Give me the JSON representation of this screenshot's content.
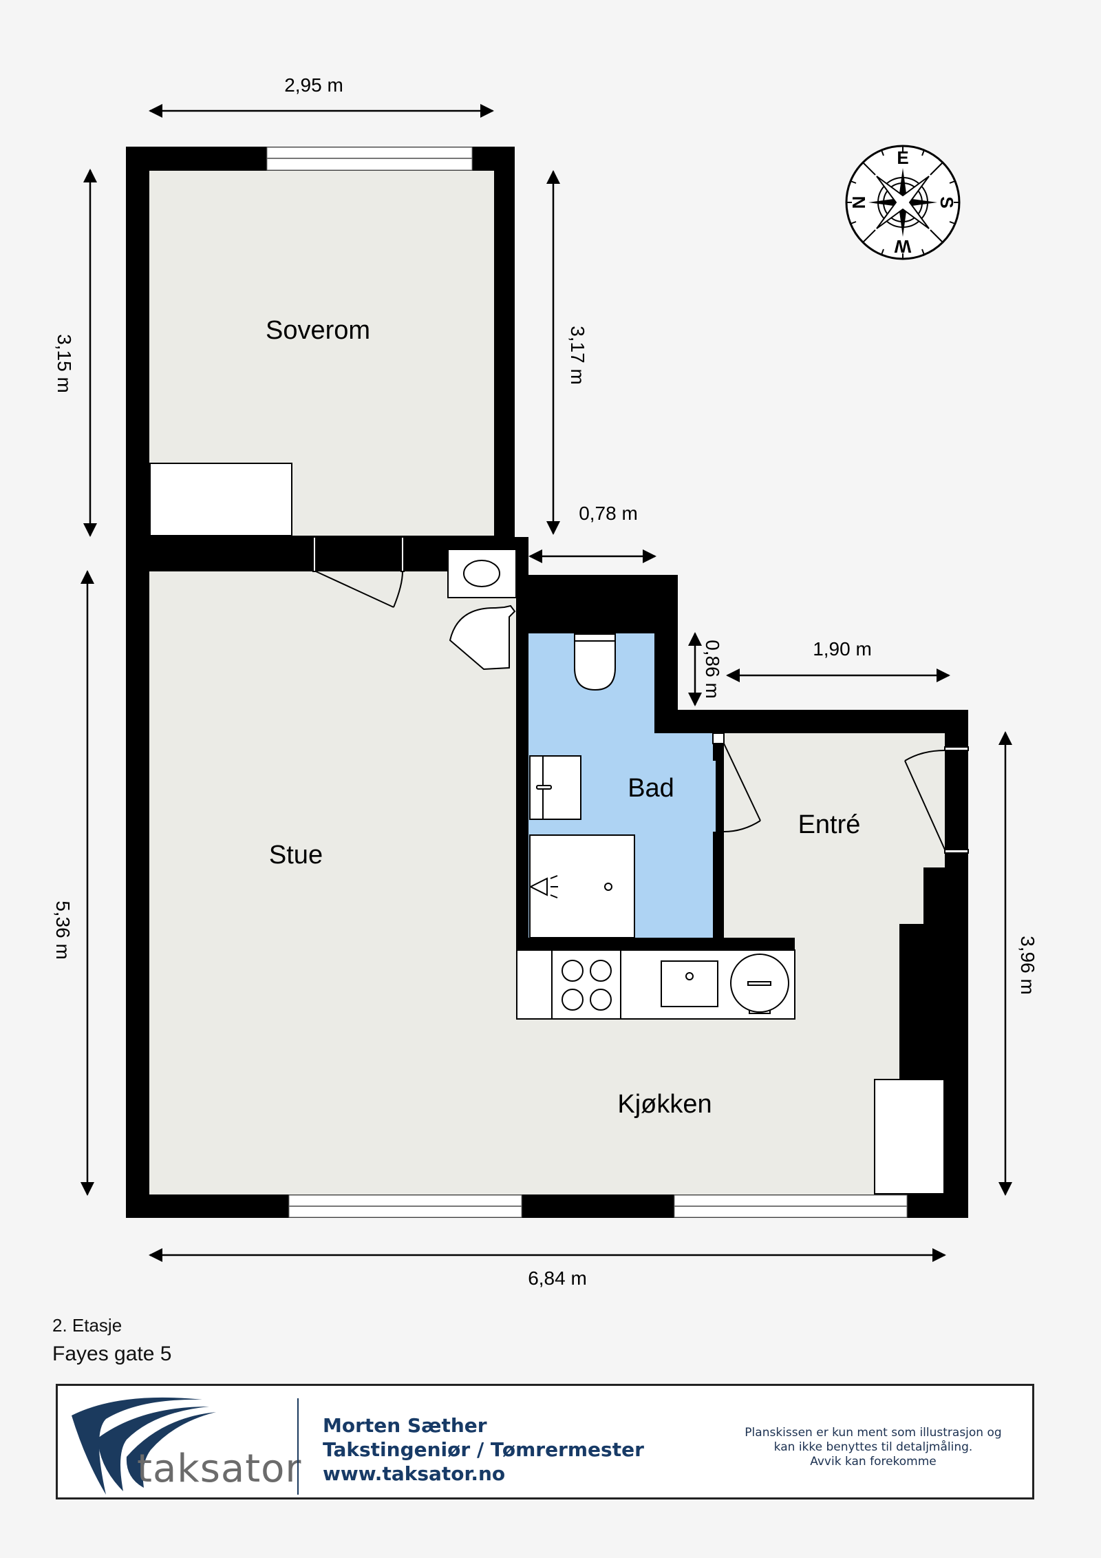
{
  "plan": {
    "rooms": {
      "soverom": "Soverom",
      "stue": "Stue",
      "bad": "Bad",
      "entre": "Entré",
      "kjokken": "Kjøkken"
    },
    "dimensions": {
      "top_width": "2,95 m",
      "left_upper": "3,15 m",
      "left_lower": "5,36 m",
      "mid_vertical": "3,17 m",
      "step_width": "0,78 m",
      "step_height": "0,86 m",
      "entre_width": "1,90 m",
      "right_height": "3,96 m",
      "bottom_width": "6,84 m"
    },
    "compass": {
      "top": "E",
      "left": "N",
      "right": "S",
      "bottom": "W"
    },
    "colors": {
      "wall": "#000000",
      "floor": "#ebebe6",
      "bathroom": "#aed3f3",
      "background": "#f5f5f5"
    }
  },
  "info": {
    "floor_label": "2. Etasje",
    "address": "Fayes gate 5"
  },
  "footer": {
    "logo_text": "taksator",
    "company_name": "Morten Sæther",
    "title": "Takstingeniør / Tømrermester",
    "website": "www.taksator.no",
    "disclaimer_line1": "Planskissen er kun ment som illustrasjon og",
    "disclaimer_line2": "kan ikke benyttes til detaljmåling.",
    "disclaimer_line3": "Avvik kan forekomme",
    "brand_color": "#173a66"
  }
}
